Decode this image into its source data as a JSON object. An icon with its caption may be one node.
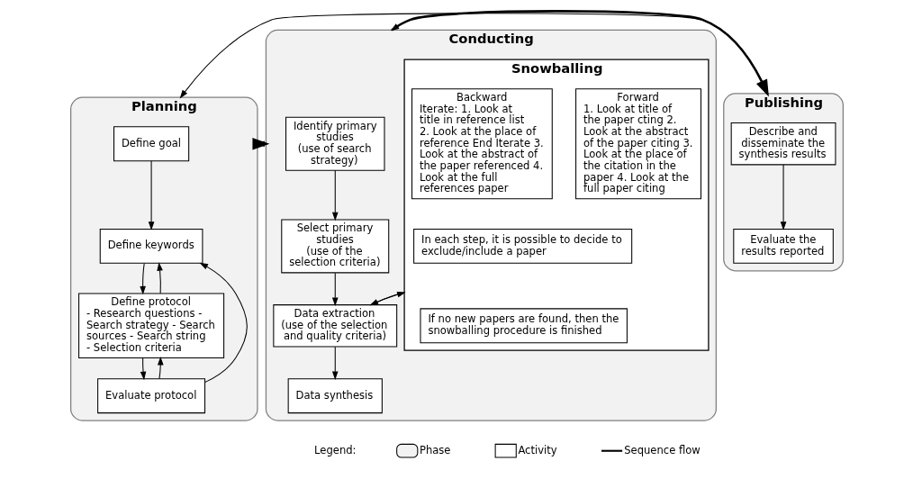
{
  "diagram": {
    "nodes": [
      {
        "text": [
          "Planning"
        ]
      },
      {
        "text": [
          "Define goal"
        ],
        "in": 0
      },
      {
        "text": [
          "Define keywords"
        ],
        "in": 0
      },
      {
        "text": [
          "Define protocol",
          "- Research questions - Search strategy - Search sources - Search string - Selection criteria"
        ],
        "in": 0
      },
      {
        "text": [
          "Evaluate protocol"
        ],
        "in": 0
      },
      {
        "text": [
          "Conducting"
        ]
      },
      {
        "text": [
          "Identify primary studies",
          "(use of search strategy)"
        ],
        "in": 5
      },
      {
        "text": [
          "Select primary studies",
          "(use of the selection criteria)"
        ],
        "in": 5
      },
      {
        "text": [
          "Data extraction",
          "(use of the selection and quality criteria)"
        ],
        "in": 5
      },
      {
        "text": [
          "Data synthesis"
        ],
        "in": 5
      },
      {
        "text": [
          "Snowballing"
        ],
        "in": 5
      },
      {
        "text": [
          "Backward",
          "Iterate: 1. Look at title in reference list 2. Look at the place of reference End Iterate 3. Look at the abstract of the paper referenced 4. Look at the full references paper"
        ],
        "in": 10
      },
      {
        "text": [
          "Forward",
          "1. Look at title of the paper cting 2. Look at the abstract of the paper citing 3. Look at the place of the citation in the paper 4. Look at the full paper citing"
        ],
        "in": 10
      },
      {
        "text": [
          "In each step, it is possible to decide to exclude/include a paper"
        ],
        "in": 10
      },
      {
        "text": [
          "If no new papers are found, then the snowballing procedure is finished"
        ],
        "in": 10
      },
      {
        "text": [
          "Publishing"
        ]
      },
      {
        "text": [
          "Describe and disseminate the synthesis results"
        ],
        "in": 15
      },
      {
        "text": [
          "Evaluate the results reported"
        ],
        "in": 15
      }
    ],
    "edges": [
      {
        "from": 1,
        "to": 2,
        "arrow": "to"
      },
      {
        "from": 2,
        "to": 3,
        "arrow": "to"
      },
      {
        "from": 3,
        "to": 2,
        "arrow": "to"
      },
      {
        "from": 3,
        "to": 4,
        "arrow": "to"
      },
      {
        "from": 4,
        "to": 2,
        "arrow": "to"
      },
      {
        "from": 4,
        "to": 3,
        "arrow": "to"
      },
      {
        "from": 0,
        "to": 5,
        "arrow": "to",
        "style": "thick"
      },
      {
        "from": 6,
        "to": 7,
        "arrow": "to"
      },
      {
        "from": 7,
        "to": 8,
        "arrow": "to"
      },
      {
        "from": 8,
        "to": 10,
        "arrow": "to"
      },
      {
        "from": 10,
        "to": 8,
        "arrow": "to"
      },
      {
        "from": 8,
        "to": 9,
        "arrow": "to"
      },
      {
        "from": 5,
        "to": 15,
        "arrow": "to",
        "style": "thick"
      },
      {
        "from": 16,
        "to": 17,
        "arrow": "to"
      },
      {
        "from": 15,
        "to": 0,
        "arrow": "to"
      },
      {
        "from": 15,
        "to": 5,
        "arrow": "to"
      },
      {
        "from": 5,
        "to": 0,
        "arrow": "to"
      }
    ],
    "labels": [
      "Legend:"
    ],
    "legend": [
      {
        "text": "Phase",
        "color": "#f2f2f2"
      },
      {
        "text": "Activity",
        "color": "#ffffff"
      },
      {
        "text": "Sequence flow"
      }
    ]
  }
}
